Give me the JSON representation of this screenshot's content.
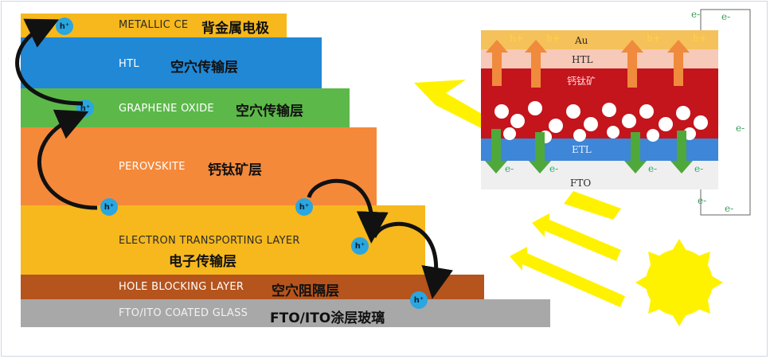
{
  "layers": [
    {
      "id": "metallic",
      "label": "METALLIC CE",
      "zh": "背金属电极"
    },
    {
      "id": "htl",
      "label": "HTL",
      "zh": "空穴传输层"
    },
    {
      "id": "graphene",
      "label": "GRAPHENE OXIDE",
      "zh": "空穴传输层"
    },
    {
      "id": "perovskite",
      "label": "PEROVSKITE",
      "zh": "钙钛矿层"
    },
    {
      "id": "etl",
      "label": "ELECTRON TRANSPORTING LAYER",
      "zh": "电子传输层"
    },
    {
      "id": "hbl",
      "label": "HOLE BLOCKING LAYER",
      "zh": "空穴阻隔层"
    },
    {
      "id": "glass",
      "label": "FTO/ITO COATED GLASS",
      "zh": "FTO/ITO涂层玻璃"
    }
  ],
  "hole_label": "h⁺",
  "device_stack": {
    "layers": [
      "Au",
      "HTL",
      "钙钛矿",
      "ETL",
      "FTO"
    ],
    "hole_label": "h+",
    "electron_label": "e-"
  },
  "circuit_labels": [
    "e-",
    "e-",
    "e-",
    "e-",
    "e-",
    "e-"
  ],
  "colors": {
    "metallic": "#f6b81c",
    "htl": "#2188d6",
    "graphene": "#5db84a",
    "perovskite": "#f5893a",
    "etl": "#f6b81c",
    "hbl": "#b5541c",
    "glass": "#a8a8a8",
    "hole": "#2aa6e0",
    "sun": "#fff200",
    "light_arrow": "#fff200"
  }
}
